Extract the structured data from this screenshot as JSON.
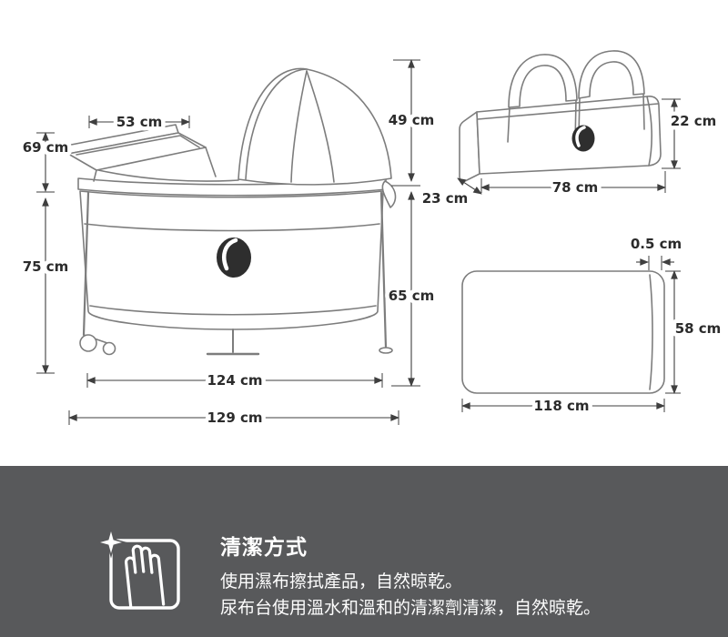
{
  "diagram": {
    "crib": {
      "dims": {
        "top_width": "53 cm",
        "changer_height": "69 cm",
        "body_height_left": "75 cm",
        "canopy_height": "49 cm",
        "body_height_right": "65 cm",
        "inner_width": "124 cm",
        "outer_width": "129 cm"
      }
    },
    "bag": {
      "dims": {
        "height": "22 cm",
        "width": "78 cm",
        "depth": "23 cm"
      }
    },
    "mattress": {
      "dims": {
        "thickness": "0.5 cm",
        "height": "58 cm",
        "width": "118 cm"
      }
    }
  },
  "cleaning": {
    "title": "清潔方式",
    "line1": "使用濕布擦拭產品，自然晾乾。",
    "line2": "尿布台使用溫水和溫和的清潔劑清潔，自然晾乾。"
  },
  "colors": {
    "panel_bg": "#58595b",
    "product_line": "#7d7d7d",
    "dimension_line": "#3f3f3f",
    "label_text": "#2b2b2b",
    "panel_text": "#ffffff",
    "logo": "#2e2e2e"
  },
  "icons": {
    "wipe_clean": "hand-wiping-with-sparkle"
  }
}
